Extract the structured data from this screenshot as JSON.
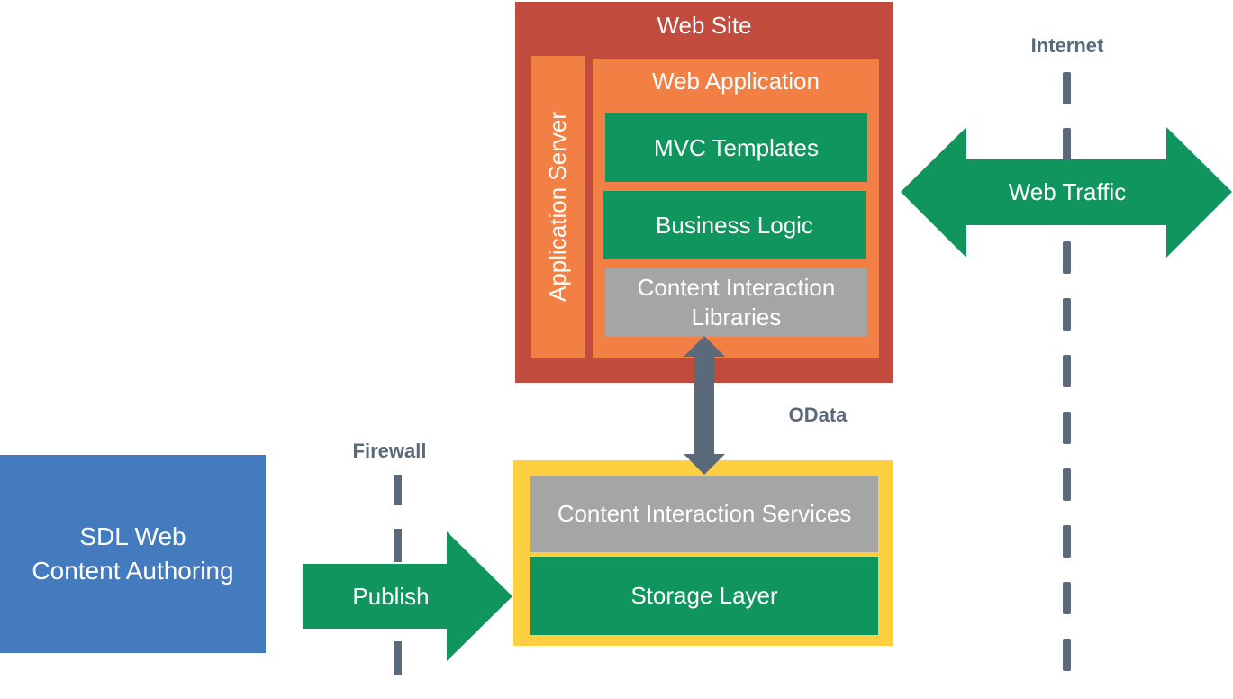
{
  "diagram": {
    "web_site": {
      "title": "Web Site"
    },
    "application_server": {
      "label": "Application Server"
    },
    "web_application": {
      "title": "Web Application",
      "components": [
        {
          "label": "MVC Templates"
        },
        {
          "label": "Business Logic"
        },
        {
          "label": "Content Interaction Libraries"
        }
      ]
    },
    "storage_container": {
      "components": [
        {
          "label": "Content Interaction Services"
        },
        {
          "label": "Storage Layer"
        }
      ]
    },
    "authoring": {
      "line1": "SDL Web",
      "line2": "Content Authoring"
    },
    "arrows": {
      "publish": "Publish",
      "web_traffic": "Web Traffic",
      "odata": "OData"
    },
    "boundaries": {
      "firewall": "Firewall",
      "internet": "Internet"
    }
  },
  "colors": {
    "web_site": "#c14b3c",
    "web_application": "#f28044",
    "green": "#11955e",
    "gray": "#a5a5a5",
    "storage_border": "#fdcf41",
    "authoring": "#447bbe",
    "connector": "#5a6a7b"
  }
}
